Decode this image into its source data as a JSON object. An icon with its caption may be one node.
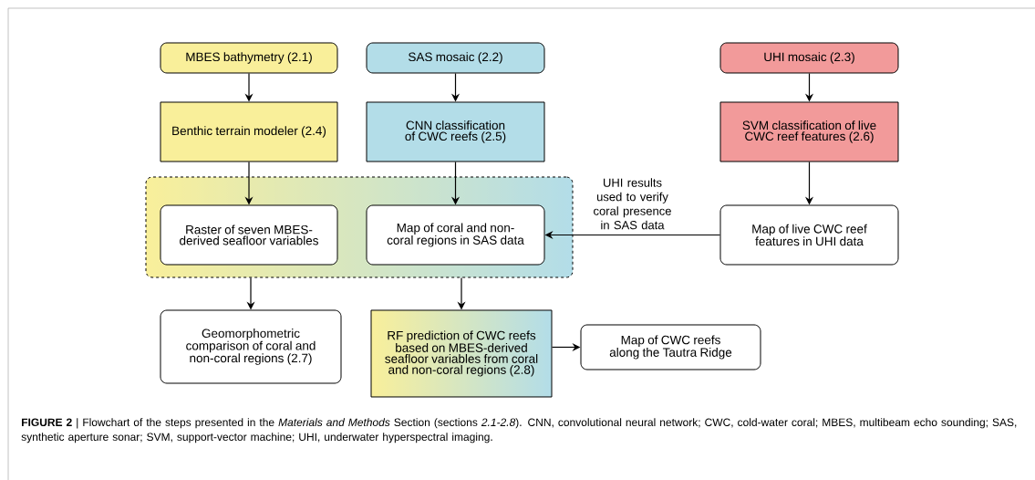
{
  "diagram": {
    "caption": "**FIGURE 2** | Flowchart of the steps presented in the *Materials and Methods* Section (sections *2.1-2.8*). CNN, convolutional neural network; CWC, cold-water coral; MBES, multibeam echo sounding; SAS, synthetic aperture sonar; SVM, support-vector machine; UHI, underwater hyperspectral imaging.",
    "nodes": [
      {
        "text": [
          "MBES bathymetry (2.1)"
        ]
      },
      {
        "text": [
          "SAS mosaic (2.2)"
        ]
      },
      {
        "text": [
          "UHI mosaic (2.3)"
        ]
      },
      {
        "text": [
          "Benthic terrain modeler (2.4)"
        ]
      },
      {
        "text": [
          "CNN classification of CWC reefs (2.5)"
        ]
      },
      {
        "text": [
          "SVM classification of live CWC reef features (2.6)"
        ]
      },
      {
        "text": [],
        "shape": "box"
      },
      {
        "text": [
          "Raster of seven MBES-derived seafloor variables"
        ],
        "in": 6
      },
      {
        "text": [
          "Map of coral and non-coral regions in SAS data"
        ],
        "in": 6
      },
      {
        "text": [
          "Map of live CWC reef features in UHI data"
        ]
      },
      {
        "text": [
          "Geomorphometric comparison of coral and non-coral regions (2.7)"
        ]
      },
      {
        "text": [
          "RF prediction of CWC reefs based on MBES-derived seafloor variables from coral and non-coral regions (2.8)"
        ]
      },
      {
        "text": [
          "Map of CWC reefs along the Tautra Ridge"
        ]
      }
    ],
    "edges": [
      {
        "from": 0,
        "to": 3,
        "arrow": "to"
      },
      {
        "from": 1,
        "to": 4,
        "arrow": "to"
      },
      {
        "from": 2,
        "to": 5,
        "arrow": "to"
      },
      {
        "from": 3,
        "to": 7,
        "arrow": "to"
      },
      {
        "from": 4,
        "to": 8,
        "arrow": "to"
      },
      {
        "from": 5,
        "to": 9,
        "arrow": "to"
      },
      {
        "from": 9,
        "to": 8,
        "arrow": "to",
        "label": "UHI results used to verify coral presence in SAS data"
      },
      {
        "from": 6,
        "to": 10,
        "arrow": "to"
      },
      {
        "from": 6,
        "to": 11,
        "arrow": "to"
      },
      {
        "from": 11,
        "to": 12,
        "arrow": "to"
      }
    ]
  }
}
